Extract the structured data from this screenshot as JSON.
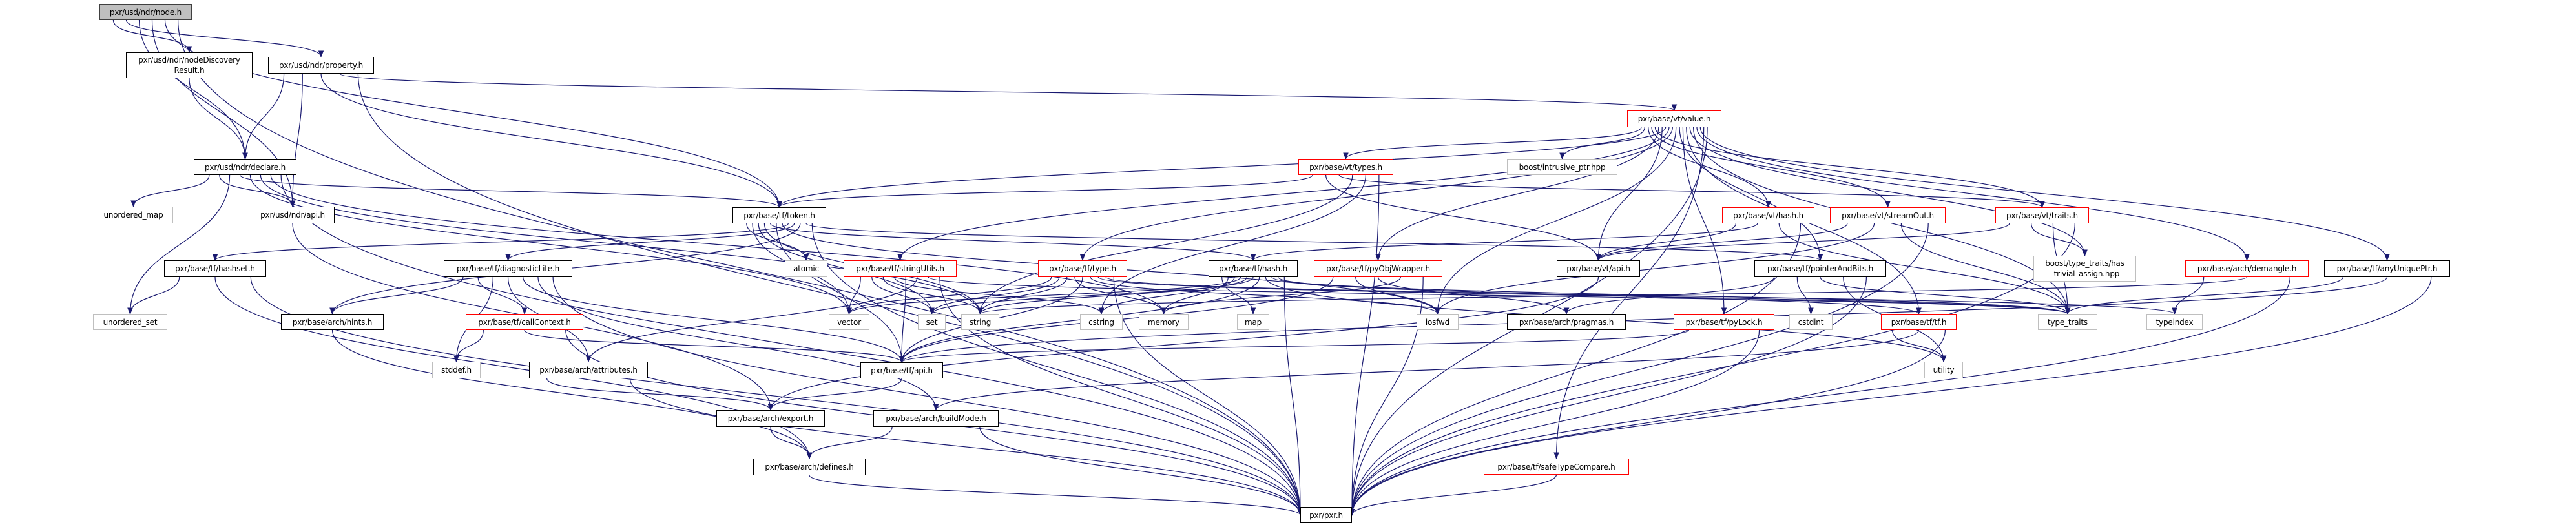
{
  "graph": {
    "title": "Include dependency graph for node.h",
    "colors": {
      "edge": "#191970",
      "incomplete_border": "#ff0000",
      "external_border": "#bfbfbf",
      "current_fill": "#bfbfbf"
    },
    "nodes": [
      {
        "id": "node",
        "label": "pxr/usd/ndr/node.h",
        "kind": "current"
      },
      {
        "id": "ndr_discovery",
        "label": "pxr/usd/ndr/nodeDiscovery\nResult.h",
        "kind": "doc"
      },
      {
        "id": "ndr_property",
        "label": "pxr/usd/ndr/property.h",
        "kind": "doc"
      },
      {
        "id": "ndr_declare",
        "label": "pxr/usd/ndr/declare.h",
        "kind": "doc"
      },
      {
        "id": "unordered_map",
        "label": "unordered_map",
        "kind": "ext"
      },
      {
        "id": "ndr_api",
        "label": "pxr/usd/ndr/api.h",
        "kind": "doc"
      },
      {
        "id": "tf_hashset",
        "label": "pxr/base/tf/hashset.h",
        "kind": "doc"
      },
      {
        "id": "tf_diaglite",
        "label": "pxr/base/tf/diagnosticLite.h",
        "kind": "doc"
      },
      {
        "id": "unordered_set",
        "label": "unordered_set",
        "kind": "ext"
      },
      {
        "id": "arch_hints",
        "label": "pxr/base/arch/hints.h",
        "kind": "doc"
      },
      {
        "id": "tf_callcontext",
        "label": "pxr/base/tf/callContext.h",
        "kind": "red"
      },
      {
        "id": "stddef",
        "label": "stddef.h",
        "kind": "ext"
      },
      {
        "id": "arch_attributes",
        "label": "pxr/base/arch/attributes.h",
        "kind": "doc"
      },
      {
        "id": "tf_token",
        "label": "pxr/base/tf/token.h",
        "kind": "doc"
      },
      {
        "id": "atomic",
        "label": "atomic",
        "kind": "ext"
      },
      {
        "id": "tf_stringutils",
        "label": "pxr/base/tf/stringUtils.h",
        "kind": "red"
      },
      {
        "id": "tf_type",
        "label": "pxr/base/tf/type.h",
        "kind": "red"
      },
      {
        "id": "tf_hash",
        "label": "pxr/base/tf/hash.h",
        "kind": "doc"
      },
      {
        "id": "vector",
        "label": "vector",
        "kind": "ext"
      },
      {
        "id": "set",
        "label": "set",
        "kind": "ext"
      },
      {
        "id": "string",
        "label": "string",
        "kind": "ext"
      },
      {
        "id": "cstring",
        "label": "cstring",
        "kind": "ext"
      },
      {
        "id": "memory",
        "label": "memory",
        "kind": "ext"
      },
      {
        "id": "map",
        "label": "map",
        "kind": "ext"
      },
      {
        "id": "tf_api",
        "label": "pxr/base/tf/api.h",
        "kind": "doc"
      },
      {
        "id": "arch_export",
        "label": "pxr/base/arch/export.h",
        "kind": "doc"
      },
      {
        "id": "arch_buildmode",
        "label": "pxr/base/arch/buildMode.h",
        "kind": "doc"
      },
      {
        "id": "arch_defines",
        "label": "pxr/base/arch/defines.h",
        "kind": "doc"
      },
      {
        "id": "pxr",
        "label": "pxr/pxr.h",
        "kind": "doc"
      },
      {
        "id": "vt_value",
        "label": "pxr/base/vt/value.h",
        "kind": "red"
      },
      {
        "id": "vt_types",
        "label": "pxr/base/vt/types.h",
        "kind": "red"
      },
      {
        "id": "boost_intrusive",
        "label": "boost/intrusive_ptr.hpp",
        "kind": "ext"
      },
      {
        "id": "vt_hash",
        "label": "pxr/base/vt/hash.h",
        "kind": "red"
      },
      {
        "id": "vt_streamout",
        "label": "pxr/base/vt/streamOut.h",
        "kind": "red"
      },
      {
        "id": "vt_traits",
        "label": "pxr/base/vt/traits.h",
        "kind": "red"
      },
      {
        "id": "tf_pyobjwrapper",
        "label": "pxr/base/tf/pyObjWrapper.h",
        "kind": "red"
      },
      {
        "id": "vt_api",
        "label": "pxr/base/vt/api.h",
        "kind": "doc"
      },
      {
        "id": "tf_pointerandbits",
        "label": "pxr/base/tf/pointerAndBits.h",
        "kind": "doc"
      },
      {
        "id": "iosfwd",
        "label": "iosfwd",
        "kind": "ext"
      },
      {
        "id": "arch_pragmas",
        "label": "pxr/base/arch/pragmas.h",
        "kind": "doc"
      },
      {
        "id": "tf_pylock",
        "label": "pxr/base/tf/pyLock.h",
        "kind": "red"
      },
      {
        "id": "cstdint",
        "label": "cstdint",
        "kind": "ext"
      },
      {
        "id": "tf_tf",
        "label": "pxr/base/tf/tf.h",
        "kind": "red"
      },
      {
        "id": "type_traits",
        "label": "type_traits",
        "kind": "ext"
      },
      {
        "id": "typeindex",
        "label": "typeindex",
        "kind": "ext"
      },
      {
        "id": "utility",
        "label": "utility",
        "kind": "ext"
      },
      {
        "id": "boost_trivial",
        "label": "boost/type_traits/has\n_trivial_assign.hpp",
        "kind": "ext"
      },
      {
        "id": "arch_demangle",
        "label": "pxr/base/arch/demangle.h",
        "kind": "red"
      },
      {
        "id": "tf_anyuniqueptr",
        "label": "pxr/base/tf/anyUniquePtr.h",
        "kind": "doc"
      },
      {
        "id": "tf_safetypecompare",
        "label": "pxr/base/tf/safeTypeCompare.h",
        "kind": "red"
      }
    ],
    "edges": [
      [
        "node",
        "ndr_discovery"
      ],
      [
        "node",
        "ndr_property"
      ],
      [
        "node",
        "ndr_declare"
      ],
      [
        "node",
        "ndr_api"
      ],
      [
        "node",
        "tf_token"
      ],
      [
        "node",
        "pxr"
      ],
      [
        "ndr_discovery",
        "ndr_declare"
      ],
      [
        "ndr_property",
        "ndr_declare"
      ],
      [
        "ndr_property",
        "ndr_api"
      ],
      [
        "ndr_property",
        "tf_token"
      ],
      [
        "ndr_property",
        "vt_value"
      ],
      [
        "ndr_property",
        "pxr"
      ],
      [
        "ndr_declare",
        "unordered_map"
      ],
      [
        "ndr_declare",
        "ndr_api"
      ],
      [
        "ndr_declare",
        "unordered_set"
      ],
      [
        "ndr_declare",
        "tf_token"
      ],
      [
        "ndr_declare",
        "vector"
      ],
      [
        "ndr_declare",
        "string"
      ],
      [
        "ndr_declare",
        "memory"
      ],
      [
        "ndr_declare",
        "pxr"
      ],
      [
        "ndr_api",
        "arch_export"
      ],
      [
        "tf_token",
        "atomic"
      ],
      [
        "tf_token",
        "vector"
      ],
      [
        "tf_token",
        "set"
      ],
      [
        "tf_token",
        "string"
      ],
      [
        "tf_token",
        "tf_hash"
      ],
      [
        "tf_token",
        "tf_api"
      ],
      [
        "tf_token",
        "iosfwd"
      ],
      [
        "tf_token",
        "tf_hashset"
      ],
      [
        "tf_token",
        "tf_diaglite"
      ],
      [
        "tf_token",
        "arch_hints"
      ],
      [
        "tf_token",
        "tf_pointerandbits"
      ],
      [
        "tf_token",
        "pxr"
      ],
      [
        "tf_hashset",
        "unordered_set"
      ],
      [
        "tf_hashset",
        "arch_defines"
      ],
      [
        "tf_hashset",
        "pxr"
      ],
      [
        "tf_diaglite",
        "arch_hints"
      ],
      [
        "tf_diaglite",
        "tf_callcontext"
      ],
      [
        "tf_diaglite",
        "stddef"
      ],
      [
        "tf_diaglite",
        "arch_attributes"
      ],
      [
        "tf_diaglite",
        "tf_api"
      ],
      [
        "tf_diaglite",
        "arch_buildmode"
      ],
      [
        "tf_diaglite",
        "pxr"
      ],
      [
        "arch_hints",
        "arch_defines"
      ],
      [
        "tf_callcontext",
        "stddef"
      ],
      [
        "tf_callcontext",
        "tf_api"
      ],
      [
        "tf_callcontext",
        "pxr"
      ],
      [
        "arch_attributes",
        "arch_export"
      ],
      [
        "arch_attributes",
        "pxr"
      ],
      [
        "tf_stringutils",
        "vector"
      ],
      [
        "tf_stringutils",
        "set"
      ],
      [
        "tf_stringutils",
        "string"
      ],
      [
        "tf_stringutils",
        "cstring"
      ],
      [
        "tf_stringutils",
        "tf_api"
      ],
      [
        "tf_stringutils",
        "arch_attributes"
      ],
      [
        "tf_stringutils",
        "type_traits"
      ],
      [
        "tf_stringutils",
        "pxr"
      ],
      [
        "tf_type",
        "vector"
      ],
      [
        "tf_type",
        "set"
      ],
      [
        "tf_type",
        "string"
      ],
      [
        "tf_type",
        "memory"
      ],
      [
        "tf_type",
        "tf_api"
      ],
      [
        "tf_type",
        "iosfwd"
      ],
      [
        "tf_type",
        "type_traits"
      ],
      [
        "tf_type",
        "typeindex"
      ],
      [
        "tf_type",
        "pxr"
      ],
      [
        "tf_hash",
        "map"
      ],
      [
        "tf_hash",
        "memory"
      ],
      [
        "tf_hash",
        "cstring"
      ],
      [
        "tf_hash",
        "vector"
      ],
      [
        "tf_hash",
        "string"
      ],
      [
        "tf_hash",
        "set"
      ],
      [
        "tf_hash",
        "tf_api"
      ],
      [
        "tf_hash",
        "utility"
      ],
      [
        "tf_hash",
        "type_traits"
      ],
      [
        "tf_hash",
        "tf_tf"
      ],
      [
        "tf_hash",
        "pxr"
      ],
      [
        "tf_api",
        "arch_export"
      ],
      [
        "arch_export",
        "arch_defines"
      ],
      [
        "arch_buildmode",
        "arch_defines"
      ],
      [
        "arch_buildmode",
        "pxr"
      ],
      [
        "arch_defines",
        "pxr"
      ],
      [
        "vt_value",
        "vt_types"
      ],
      [
        "vt_value",
        "boost_intrusive"
      ],
      [
        "vt_value",
        "vt_hash"
      ],
      [
        "vt_value",
        "vt_streamout"
      ],
      [
        "vt_value",
        "vt_traits"
      ],
      [
        "vt_value",
        "tf_pyobjwrapper"
      ],
      [
        "vt_value",
        "vt_api"
      ],
      [
        "vt_value",
        "tf_token"
      ],
      [
        "vt_value",
        "tf_stringutils"
      ],
      [
        "vt_value",
        "tf_type"
      ],
      [
        "vt_value",
        "iosfwd"
      ],
      [
        "vt_value",
        "tf_pointerandbits"
      ],
      [
        "vt_value",
        "tf_pylock"
      ],
      [
        "vt_value",
        "tf_tf"
      ],
      [
        "vt_value",
        "boost_trivial"
      ],
      [
        "vt_value",
        "type_traits"
      ],
      [
        "vt_value",
        "arch_demangle"
      ],
      [
        "vt_value",
        "tf_anyuniqueptr"
      ],
      [
        "vt_value",
        "tf_safetypecompare"
      ],
      [
        "vt_value",
        "pxr"
      ],
      [
        "vt_types",
        "tf_token"
      ],
      [
        "vt_types",
        "vt_api"
      ],
      [
        "vt_types",
        "vt_traits"
      ],
      [
        "vt_types",
        "string"
      ],
      [
        "vt_types",
        "cstring"
      ],
      [
        "vt_types",
        "pxr"
      ],
      [
        "vt_hash",
        "vt_api"
      ],
      [
        "vt_hash",
        "tf_hash"
      ],
      [
        "vt_hash",
        "type_traits"
      ],
      [
        "vt_hash",
        "pxr"
      ],
      [
        "vt_streamout",
        "vt_api"
      ],
      [
        "vt_streamout",
        "iosfwd"
      ],
      [
        "vt_streamout",
        "type_traits"
      ],
      [
        "vt_streamout",
        "pxr"
      ],
      [
        "vt_traits",
        "vt_api"
      ],
      [
        "vt_traits",
        "boost_trivial"
      ],
      [
        "vt_traits",
        "type_traits"
      ],
      [
        "vt_traits",
        "pxr"
      ],
      [
        "tf_pyobjwrapper",
        "tf_api"
      ],
      [
        "tf_pyobjwrapper",
        "iosfwd"
      ],
      [
        "tf_pyobjwrapper",
        "arch_pragmas"
      ],
      [
        "tf_pyobjwrapper",
        "memory"
      ],
      [
        "tf_pyobjwrapper",
        "pxr"
      ],
      [
        "vt_api",
        "arch_export"
      ],
      [
        "tf_pointerandbits",
        "arch_pragmas"
      ],
      [
        "tf_pointerandbits",
        "cstdint"
      ],
      [
        "tf_pointerandbits",
        "type_traits"
      ],
      [
        "tf_pointerandbits",
        "utility"
      ],
      [
        "tf_pointerandbits",
        "pxr"
      ],
      [
        "tf_pylock",
        "tf_api"
      ],
      [
        "tf_pylock",
        "pxr"
      ],
      [
        "tf_tf",
        "utility"
      ],
      [
        "tf_tf",
        "arch_buildmode"
      ],
      [
        "tf_tf",
        "pxr"
      ],
      [
        "arch_demangle",
        "typeindex"
      ],
      [
        "arch_demangle",
        "string"
      ],
      [
        "arch_demangle",
        "pxr"
      ],
      [
        "tf_anyuniqueptr",
        "type_traits"
      ],
      [
        "tf_anyuniqueptr",
        "tf_api"
      ],
      [
        "tf_anyuniqueptr",
        "pxr"
      ],
      [
        "tf_safetypecompare",
        "pxr"
      ]
    ]
  }
}
